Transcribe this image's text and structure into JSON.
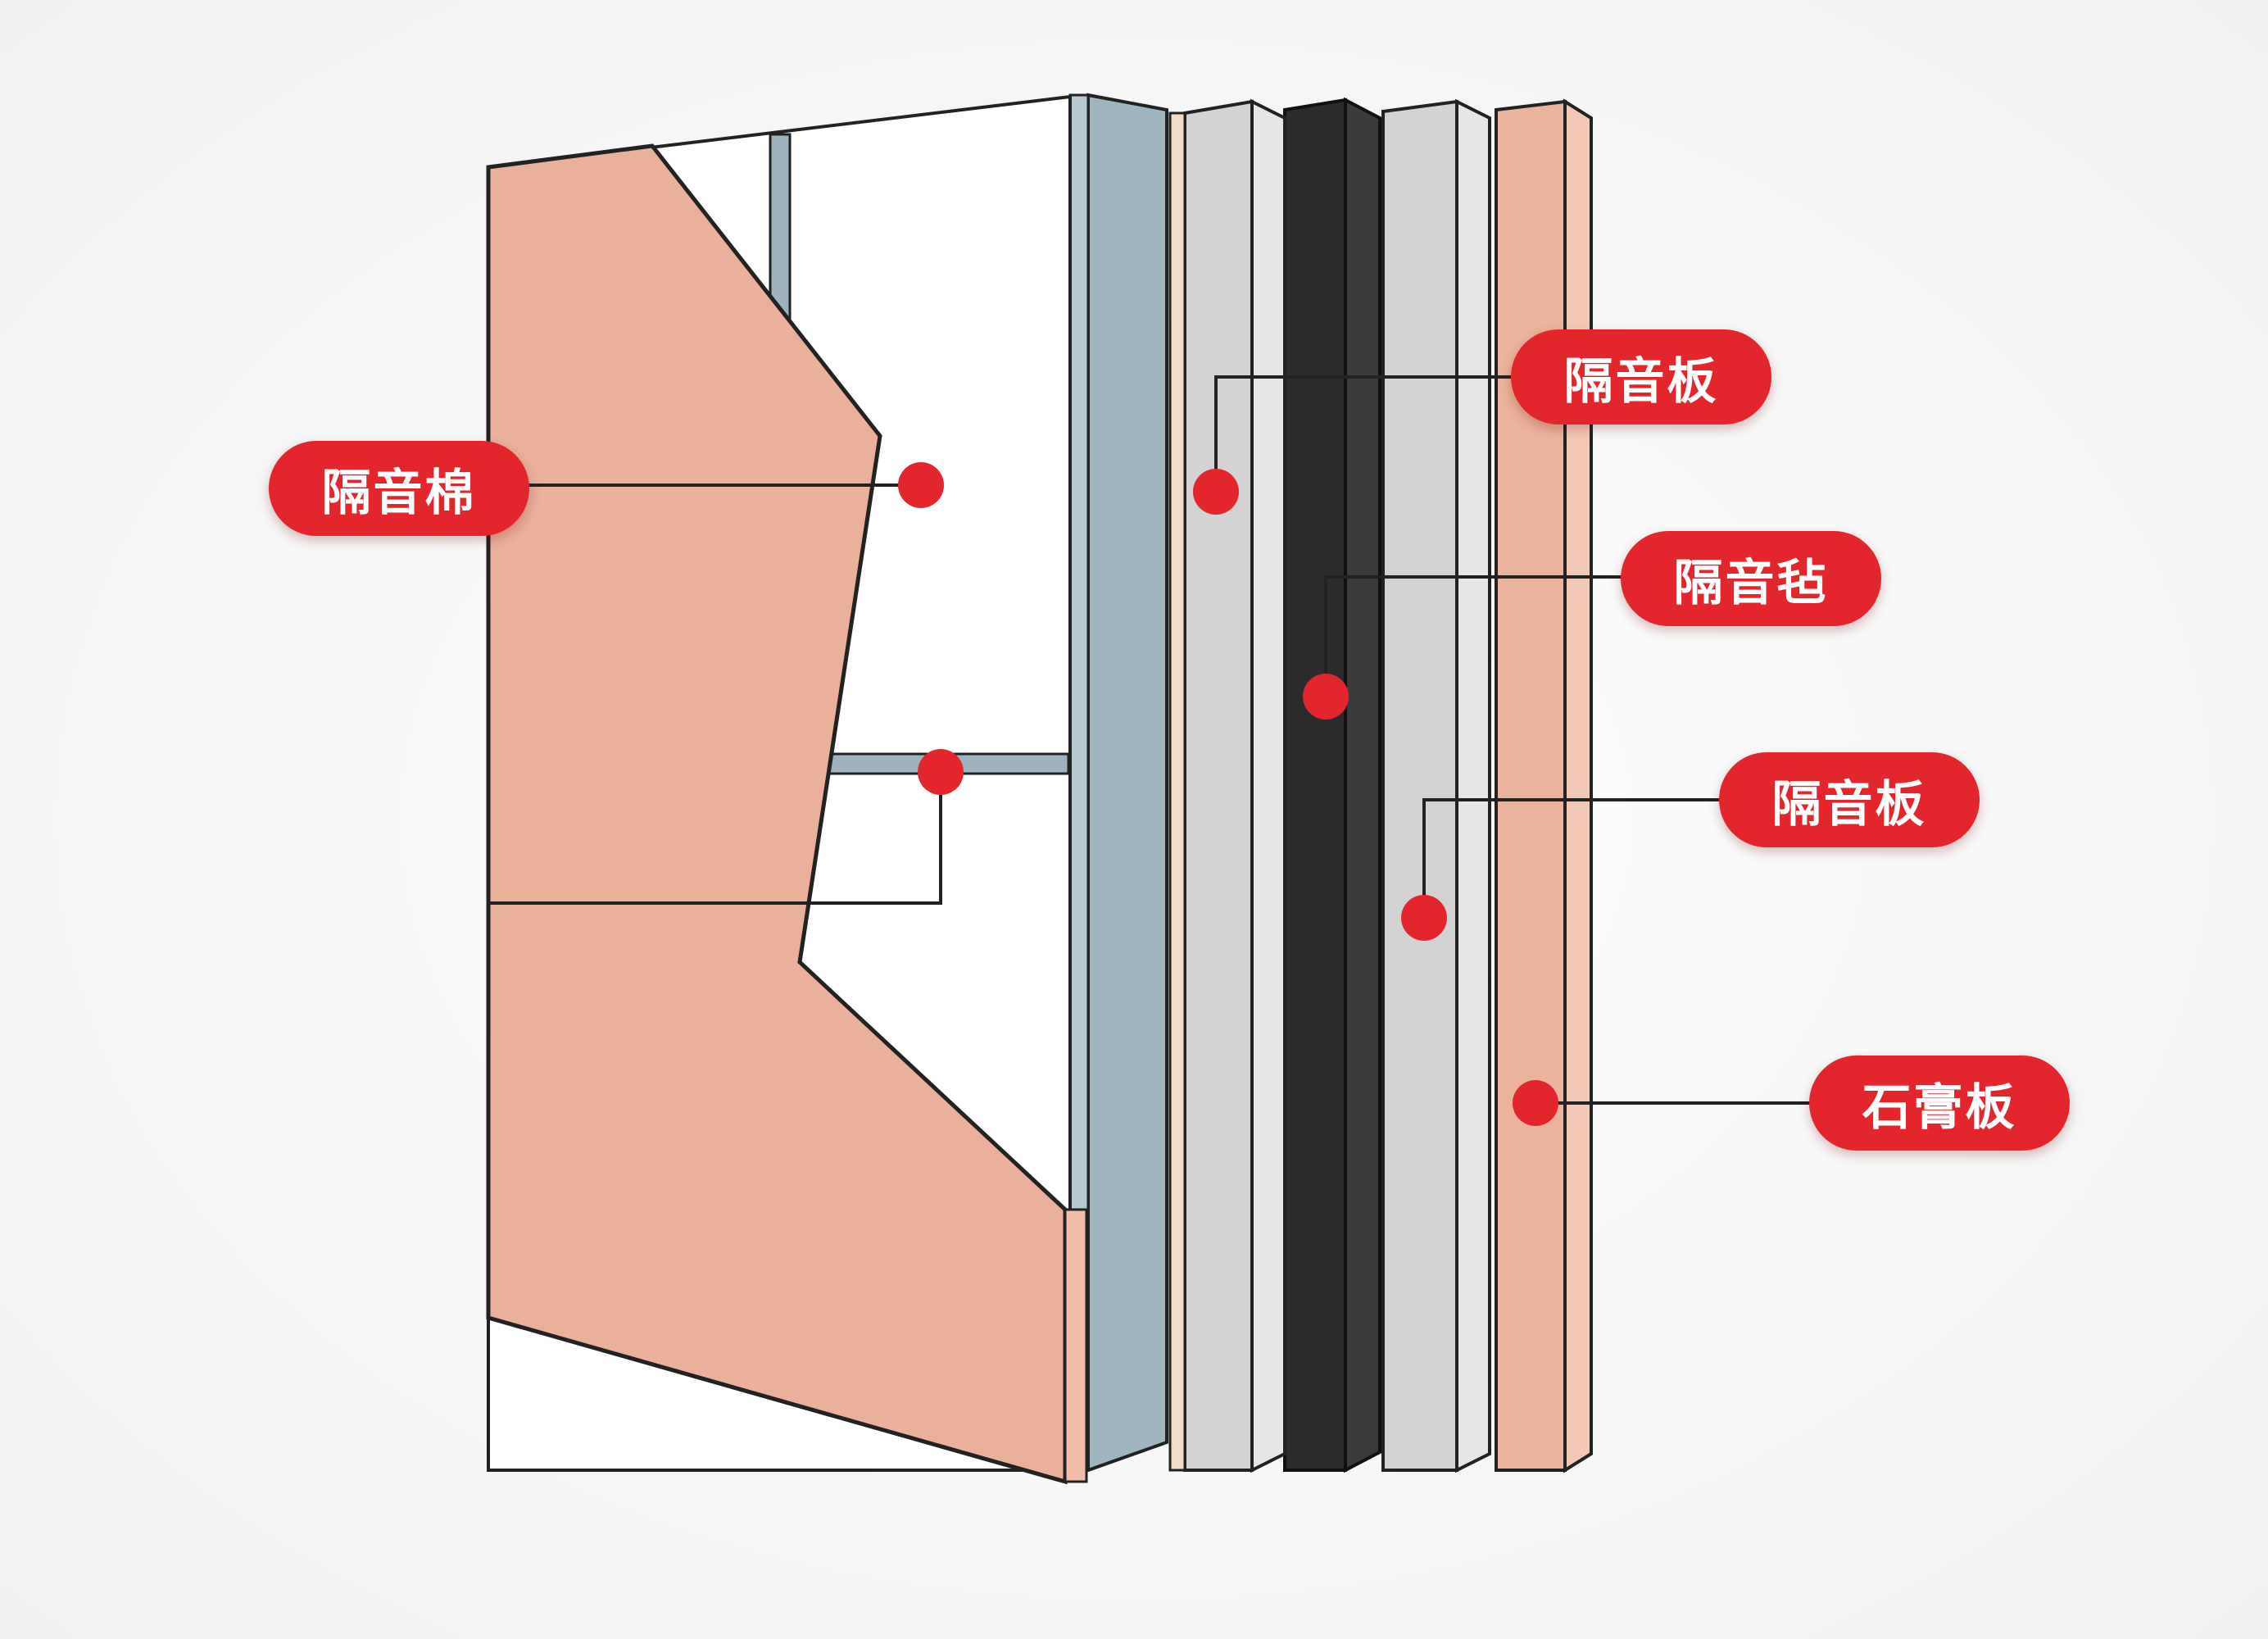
{
  "labels": {
    "soundproof_cotton": "隔音棉",
    "soundproof_board_top": "隔音板",
    "soundproof_felt": "隔音毡",
    "soundproof_board_bottom": "隔音板",
    "gypsum_board": "石膏板"
  },
  "colors": {
    "background": "#f1f1f1",
    "cotton": "#e9b09a",
    "cotton_edge": "#efbda8",
    "glass_board": "#9fb6c0",
    "grey_board": "#d3d3d3",
    "grey_board_edge": "#e6e6e6",
    "felt": "#2b2b2b",
    "felt_edge": "#3b3b3b",
    "gypsum": "#eab39c",
    "frame_white": "#ffffff",
    "stud": "#9fb3bf",
    "outline": "#222222",
    "accent_red": "#e3262c"
  }
}
